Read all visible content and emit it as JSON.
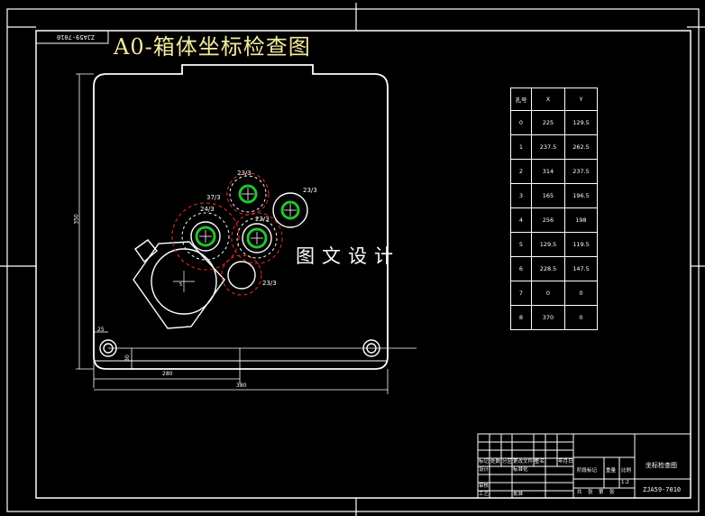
{
  "drawing": {
    "stamp": "ZJA59-7010",
    "title": "A0-箱体坐标检查图",
    "watermark": "图文设计"
  },
  "dimensions": {
    "height_350": "350",
    "left_25": "25",
    "bottom_30": "30",
    "width_280": "280",
    "width_380": "380"
  },
  "holes": {
    "h23_3_top": "23/3",
    "h23_3_right": "23/3",
    "h37_3": "37/3",
    "h24_3": "24/3",
    "h22_3": "22/3",
    "h23_3_low": "23/3",
    "s": "5"
  },
  "coord_table": {
    "headers": [
      "孔号",
      "X",
      "Y"
    ],
    "rows": [
      [
        "0",
        "225",
        "129.5"
      ],
      [
        "1",
        "237.5",
        "262.5"
      ],
      [
        "2",
        "314",
        "237.5"
      ],
      [
        "3",
        "165",
        "196.5"
      ],
      [
        "4",
        "256",
        "198"
      ],
      [
        "5",
        "129.5",
        "119.5"
      ],
      [
        "6",
        "228.5",
        "147.5"
      ],
      [
        "7",
        "0",
        "0"
      ],
      [
        "8",
        "370",
        "0"
      ]
    ]
  },
  "title_block": {
    "drawing_name": "坐标检查图",
    "drawing_code": "ZJA59-7010",
    "scale": "1:2",
    "labels": [
      "标记",
      "处数",
      "分区",
      "更改文件号",
      "签名",
      "年月日",
      "设计",
      "标准化",
      "阶段标记",
      "重量",
      "比例",
      "审核",
      "工艺",
      "批准",
      "共",
      "张",
      "第",
      "张"
    ]
  },
  "colors": {
    "background": "#000000",
    "lines": "#ffffff",
    "title": "#f2ec9a",
    "hole_ring": "#22c232",
    "dashed_circle": "#d42a2a"
  }
}
